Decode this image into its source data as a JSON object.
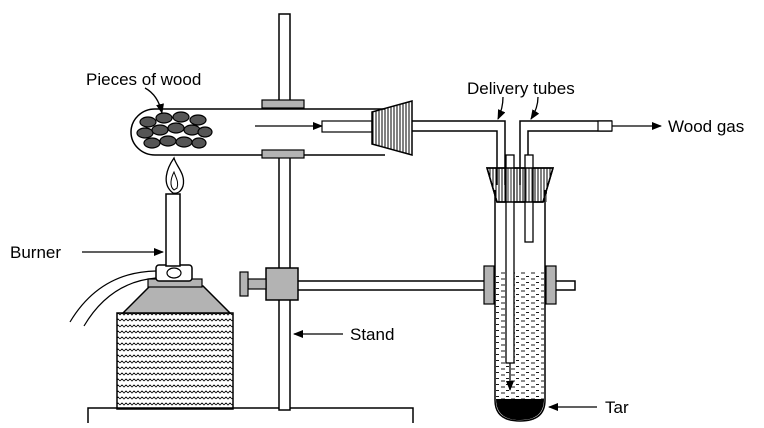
{
  "labels": {
    "pieces_of_wood": "Pieces of wood",
    "delivery_tubes": "Delivery tubes",
    "wood_gas": "Wood gas",
    "burner": "Burner",
    "stand": "Stand",
    "tar": "Tar"
  },
  "colors": {
    "stroke": "#000000",
    "rubber": "#b3b3b3",
    "wood": "#555555",
    "tar": "#000000"
  }
}
